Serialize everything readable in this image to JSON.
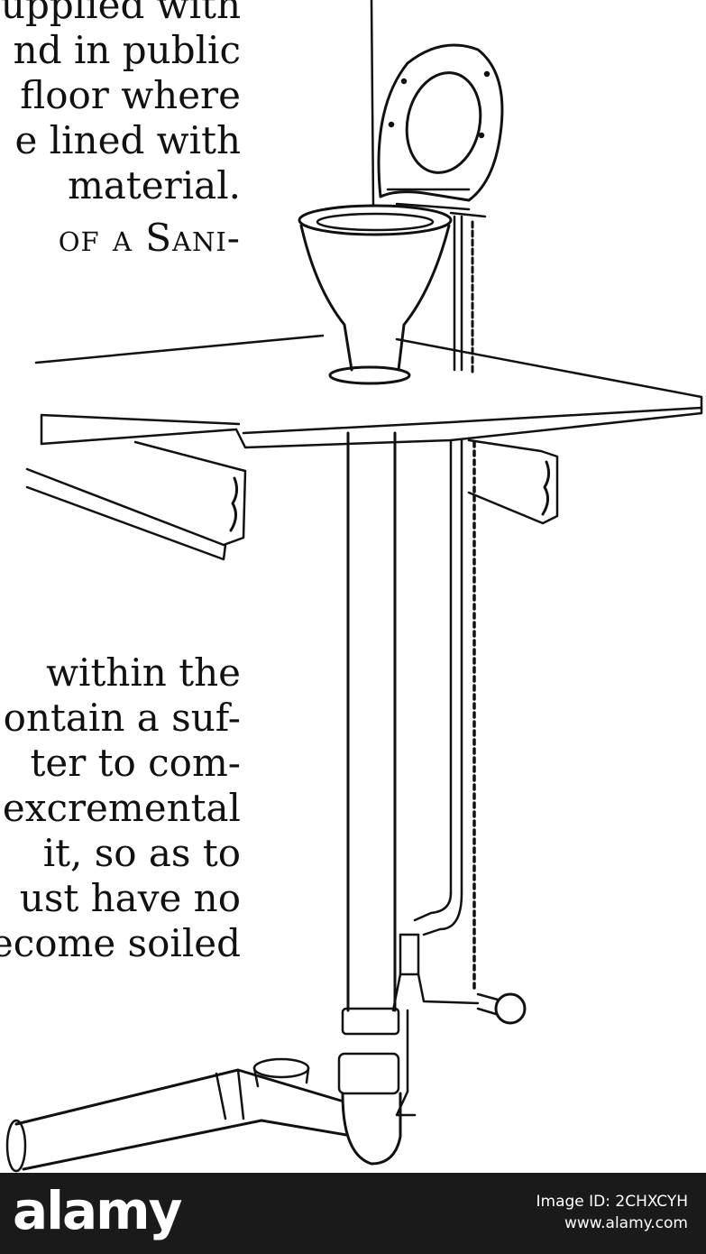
{
  "document": {
    "text_lines": [
      "upplied with",
      "nd in public",
      "floor where",
      "e lined with",
      "material.",
      "of a Sani-",
      "within the",
      "ontain a suf-",
      "ter to com-",
      "excremental",
      "it, so as to",
      "ust have no",
      "ecome soiled"
    ]
  },
  "watermark": {
    "brand": "alamy",
    "image_id": "Image ID: 2CHXCYH",
    "site": "www.alamy.com"
  }
}
